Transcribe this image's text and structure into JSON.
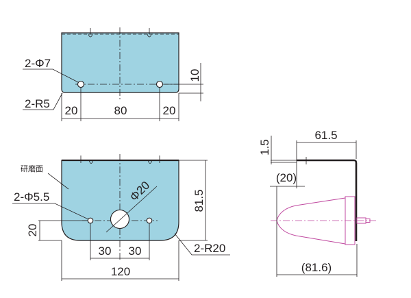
{
  "top_view": {
    "hole_label": "2-Φ7",
    "corner_label": "2-R5",
    "dim_hole_offset": "10",
    "dim_left": "20",
    "dim_center": "80",
    "dim_right": "20"
  },
  "front_view": {
    "surface_label": "研磨面",
    "hole_label": "2-Φ5.5",
    "center_hole_label": "Φ20",
    "dim_hole_height": "20",
    "dim_height": "81.5",
    "corner_label": "2-R20",
    "dim_left_spacing": "30",
    "dim_right_spacing": "30",
    "dim_width": "120"
  },
  "side_view": {
    "dim_thickness": "1.5",
    "dim_depth": "61.5",
    "dim_offset": "(20)",
    "dim_total": "(81.6)"
  },
  "colors": {
    "plate": "#9fd3e2",
    "lamp": "#c04aa0",
    "line": "#231f20"
  }
}
